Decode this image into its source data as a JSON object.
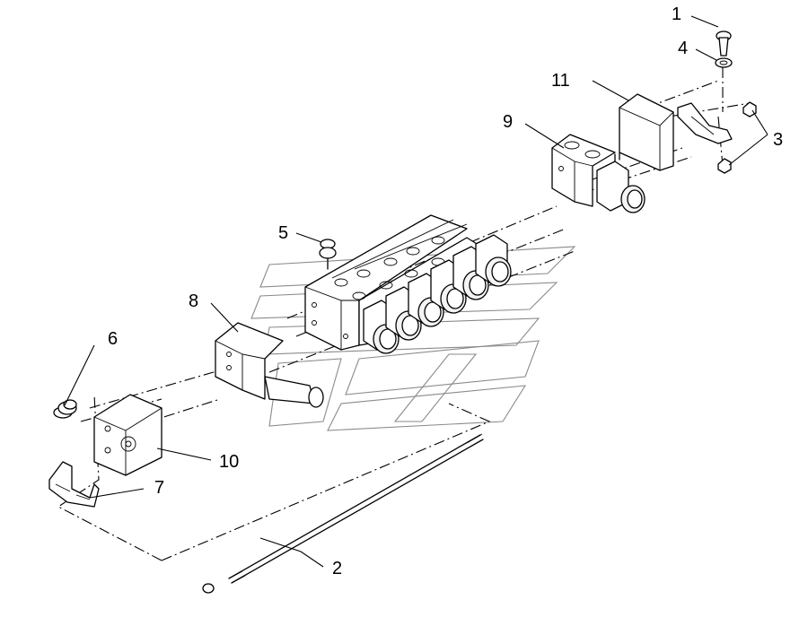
{
  "diagram": {
    "type": "exploded parts drawing",
    "callouts": [
      "1",
      "2",
      "3",
      "4",
      "5",
      "6",
      "7",
      "8",
      "9",
      "10",
      "11"
    ]
  }
}
